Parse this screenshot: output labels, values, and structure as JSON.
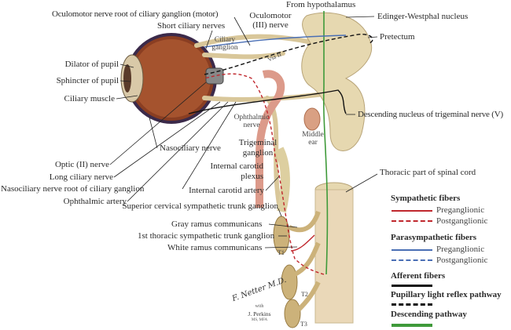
{
  "labels": {
    "oculomotor_root": "Oculomotor nerve root of ciliary ganglion (motor)",
    "short_ciliary": "Short ciliary nerves",
    "dilator": "Dilator of pupil",
    "sphincter": "Sphincter of pupil",
    "ciliary_muscle": "Ciliary muscle",
    "nasociliary": "Nasociliary nerve",
    "optic": "Optic (II) nerve",
    "long_ciliary": "Long ciliary nerve",
    "nasociliary_root": "Nasociliary nerve root of ciliary ganglion",
    "ophthalmic_artery": "Ophthalmic artery",
    "oculomotor_nerve_1": "Oculomotor",
    "oculomotor_nerve_2": "(III) nerve",
    "ciliary_ganglion_1": "Ciliary",
    "ciliary_ganglion_2": "ganglion",
    "via_ii": "Via II",
    "from_hypothalamus": "From hypothalamus",
    "edinger": "Edinger-Westphal nucleus",
    "pretectum": "Pretectum",
    "descending_nucleus": "Descending nucleus of trigeminal nerve (V)",
    "ophthalmic_nerve_1": "Ophthalmic",
    "ophthalmic_nerve_2": "nerve",
    "trigeminal_1": "Trigeminal",
    "trigeminal_2": "ganglion",
    "middle_ear_1": "Middle",
    "middle_ear_2": "ear",
    "ic_plexus_1": "Internal carotid",
    "ic_plexus_2": "plexus",
    "ic_artery": "Internal carotid artery",
    "superior_cervical": "Superior cervical sympathetic trunk ganglion",
    "thoracic_cord": "Thoracic part of spinal cord",
    "gray_ramus": "Gray ramus communicans",
    "first_thoracic": "1st thoracic sympathetic trunk ganglion",
    "white_ramus": "White ramus communicans",
    "t1": "T1",
    "t2": "T2",
    "t3": "T3"
  },
  "legend": {
    "sympathetic": {
      "title": "Sympathetic fibers",
      "pre": "Preganglionic",
      "post": "Postganglionic",
      "color": "#c0272d"
    },
    "parasympathetic": {
      "title": "Parasympathetic fibers",
      "pre": "Preganglionic",
      "post": "Postganglionic",
      "color": "#4a6fb5"
    },
    "afferent": {
      "title": "Afferent fibers",
      "color": "#111111"
    },
    "pupillary": {
      "title": "Pupillary light reflex pathway",
      "color": "#111111"
    },
    "descending": {
      "title": "Descending pathway",
      "color": "#3f9a3a"
    }
  },
  "signature": {
    "artist": "F. Netter M.D.",
    "with": "with",
    "coartist": "J. Perkins",
    "credentials": "MS, MFA"
  }
}
